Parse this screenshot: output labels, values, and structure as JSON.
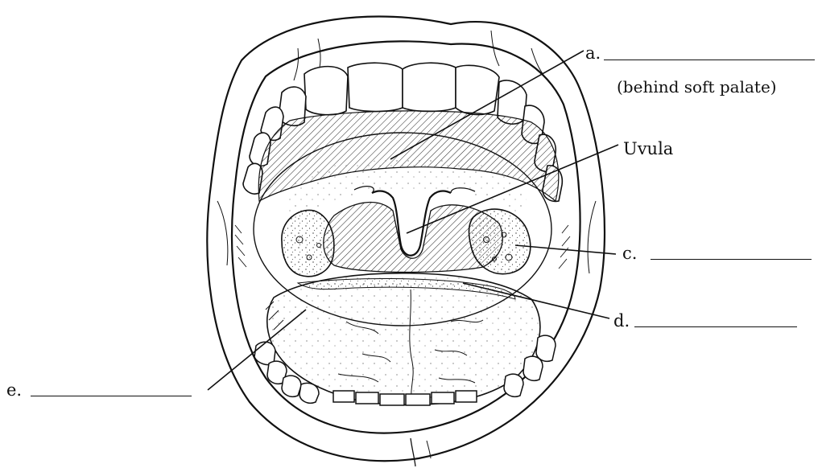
{
  "labels": {
    "a": "a.",
    "a_note": "(behind soft palate)",
    "uvula": "Uvula",
    "c": "c.",
    "d": "d.",
    "e": "e."
  },
  "colors": {
    "ink": "#111111",
    "background": "#ffffff"
  }
}
